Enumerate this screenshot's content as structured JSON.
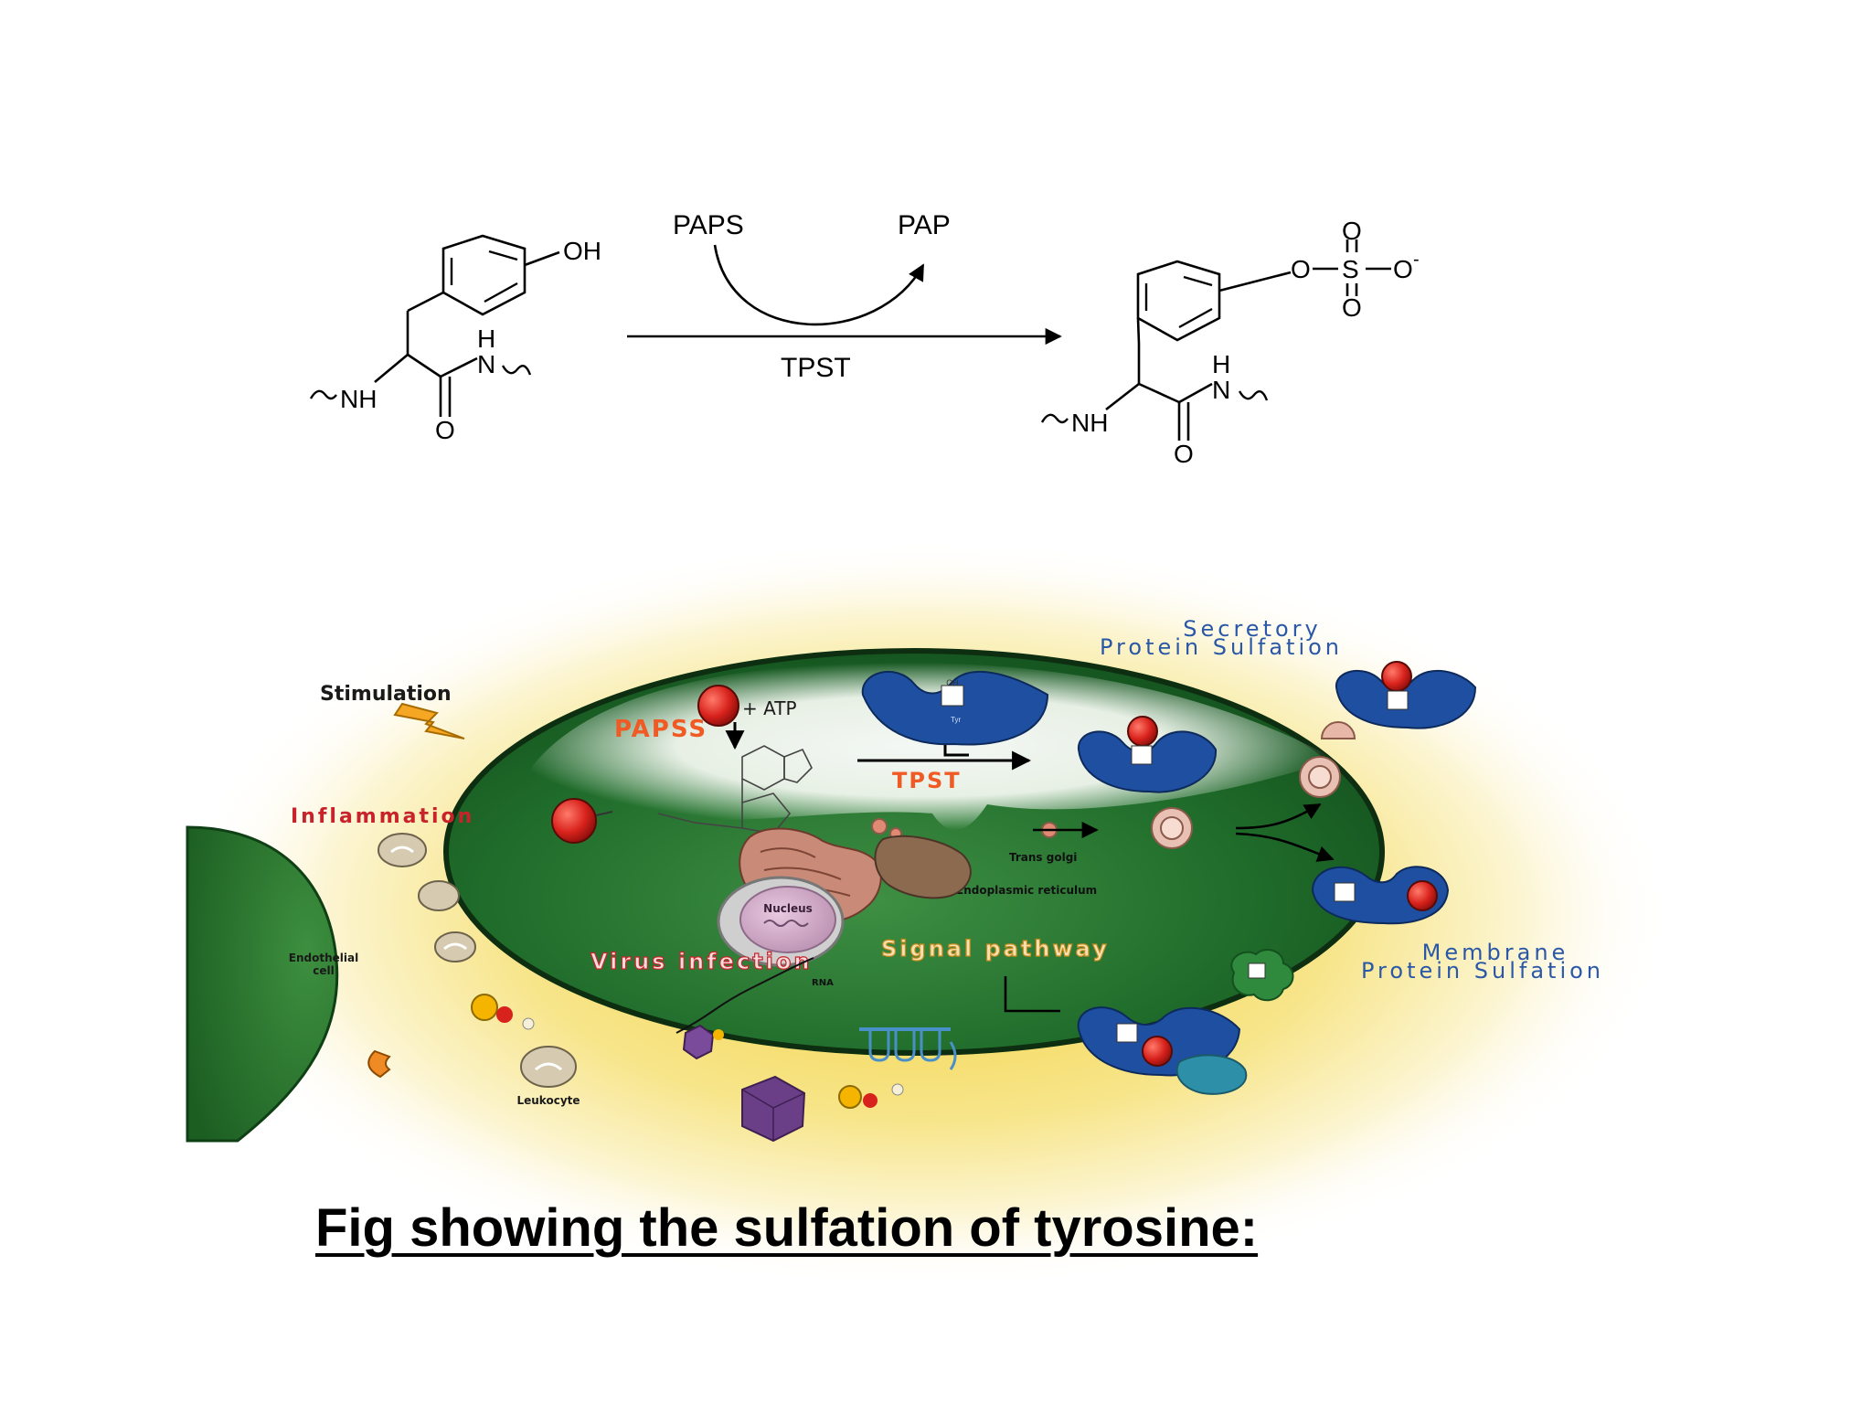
{
  "reaction": {
    "reactant": {
      "oh": "OH",
      "nh_left": "NH",
      "carbonyl_o": "O",
      "amide_h": "H",
      "amide_n": "N"
    },
    "papsLabel": "PAPS",
    "papLabel": "PAP",
    "enzymeLabel": "TPST",
    "product": {
      "sulfate_o_left": "O",
      "sulfur": "S",
      "sulfate_o_right": "O",
      "sulfate_o_top": "O",
      "sulfate_o_bottom": "O",
      "charge": "-",
      "nh_left": "NH",
      "carbonyl_o": "O",
      "amide_h": "H",
      "amide_n": "N"
    }
  },
  "diagram": {
    "stimulation": "Stimulation",
    "inflammation": "Inflammation",
    "endothelial": [
      "Endothelial",
      "cell"
    ],
    "leukocyte": "Leukocyte",
    "papss": "PAPSS",
    "atp": "+ ATP",
    "tpst": "TPST",
    "transGolgi": "Trans golgi",
    "er": "Endoplasmic reticulum",
    "nucleus": "Nucleus",
    "virus": "Virus infection",
    "rna": "RNA",
    "signal": "Signal pathway",
    "secretory": [
      "Secretory",
      "Protein Sulfation"
    ],
    "membrane": [
      "Membrane",
      "Protein Sulfation"
    ],
    "tyr": "Tyr",
    "oh": "OH"
  },
  "caption": "Fig showing the sulfation of tyrosine:",
  "colors": {
    "cellGreen": "#1f6b2a",
    "halo": "#f3d23c",
    "red": "#d8221c",
    "blue": "#1f4fa0",
    "orangeText": "#f05a24",
    "redText": "#c8232b",
    "blueText": "#2a57a6",
    "purple": "#6a3f87"
  }
}
